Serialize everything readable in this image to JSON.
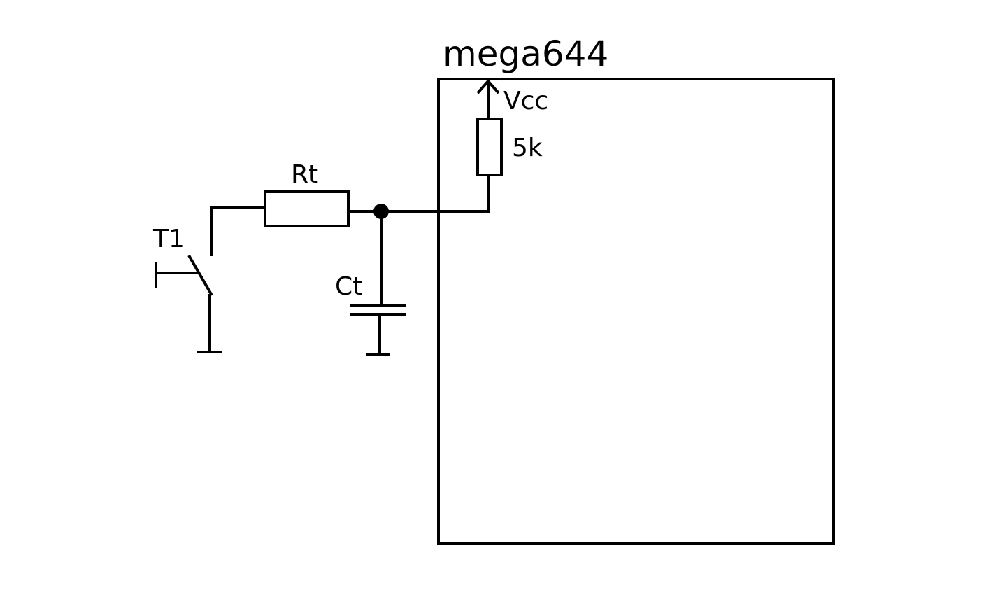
{
  "diagram": {
    "mcu_label": "mega644",
    "vcc_label": "Vcc",
    "pullup_resistor_label": "5k",
    "timing_resistor_label": "Rt",
    "timing_capacitor_label": "Ct",
    "switch_label": "T1"
  },
  "colors": {
    "stroke": "#000000",
    "background": "#ffffff"
  }
}
